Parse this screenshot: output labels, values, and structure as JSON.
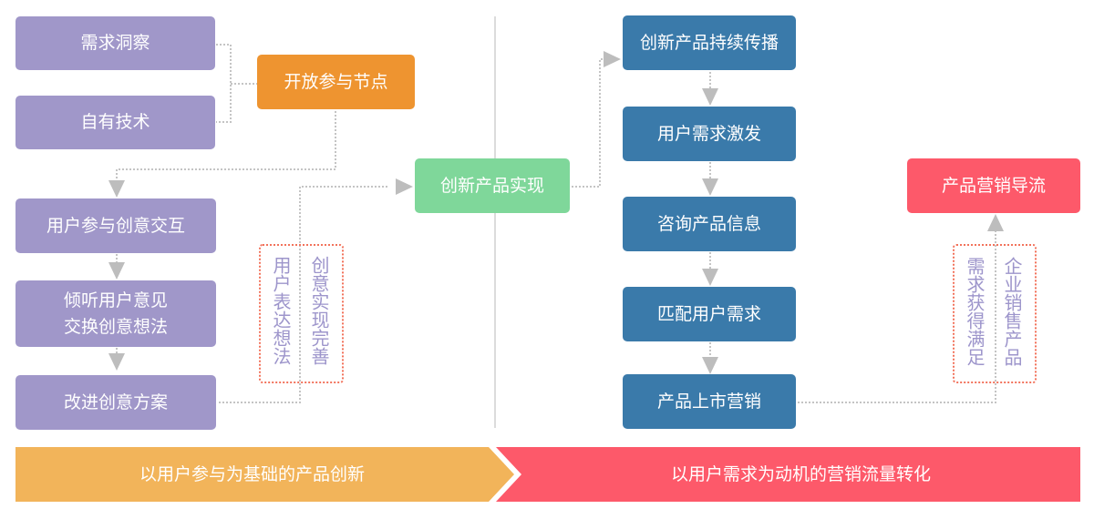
{
  "left": {
    "nodes": {
      "demand_insight": "需求洞察",
      "own_tech": "自有技术",
      "open_node": "开放参与节点",
      "user_interaction": "用户参与创意交互",
      "listen_line1": "倾听用户意见",
      "listen_line2": "交换创意想法",
      "improve_plan": "改进创意方案"
    },
    "side_labels": {
      "user_express": "用户表达想法",
      "idea_realize": "创意实现完善"
    }
  },
  "center": {
    "realize_node": "创新产品实现"
  },
  "right": {
    "nodes": {
      "spread": "创新产品持续传播",
      "stimulate": "用户需求激发",
      "consult": "咨询产品信息",
      "match": "匹配用户需求",
      "launch": "产品上市营销",
      "drainage": "产品营销导流"
    },
    "side_labels": {
      "demand_satisfied": "需求获得满足",
      "enterprise_sell": "企业销售产品"
    }
  },
  "banner": {
    "left_label": "以用户参与为基础的产品创新",
    "right_label": "以用户需求为动机的营销流量转化",
    "left_color": "#f2b45a",
    "right_color": "#fd596a"
  },
  "colors": {
    "purple": "#a097c9",
    "orange": "#ee9430",
    "green": "#7fd79a",
    "blue": "#3a7aaa",
    "red": "#fd596a",
    "connector": "#c0c0c0",
    "label_border": "#f2735c"
  }
}
